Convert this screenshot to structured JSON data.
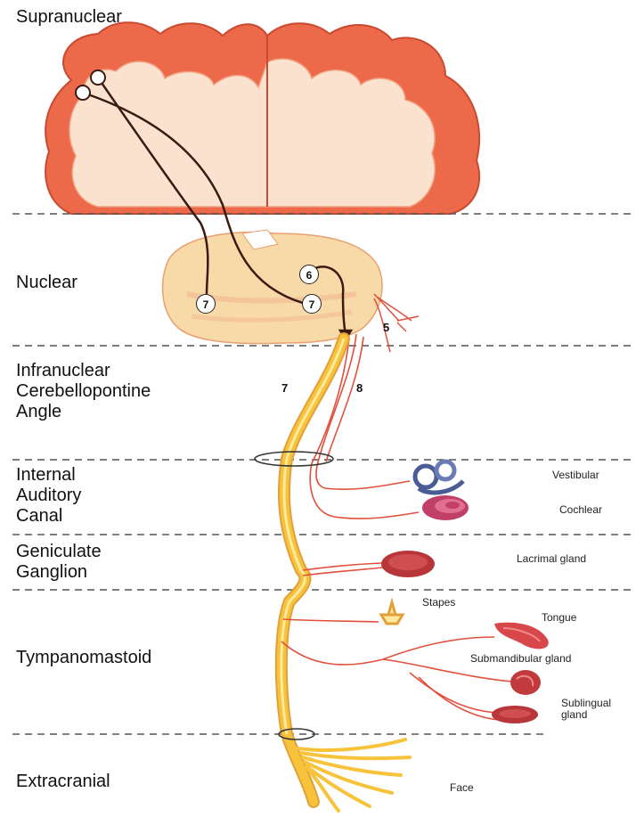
{
  "levels": {
    "supranuclear": "Supranuclear",
    "nuclear": "Nuclear",
    "infranuclear": "Infranuclear\nCerebellopontine\nAngle",
    "internal_auditory_canal": "Internal\nAuditory\nCanal",
    "geniculate_ganglion": "Geniculate\nGanglion",
    "tympanomastoid": "Tympanomastoid",
    "extracranial": "Extracranial"
  },
  "nuclei": {
    "n7_left": "7",
    "n7_right": "7",
    "n6": "6"
  },
  "nerve_numbers": {
    "n5": "5",
    "n7": "7",
    "n8": "8"
  },
  "targets": {
    "vestibular": "Vestibular",
    "cochlear": "Cochlear",
    "lacrimal": "Lacrimal gland",
    "stapes": "Stapes",
    "tongue": "Tongue",
    "submandibular": "Submandibular gland",
    "sublingual": "Sublingual\ngland",
    "face": "Face"
  },
  "colors": {
    "cortex": "#ec6a4a",
    "white_matter": "#fbe2cf",
    "pons": "#f8d9a8",
    "facial_nerve": "#f7c33a",
    "small_nerve": "#e2503c",
    "divider": "#555555"
  }
}
